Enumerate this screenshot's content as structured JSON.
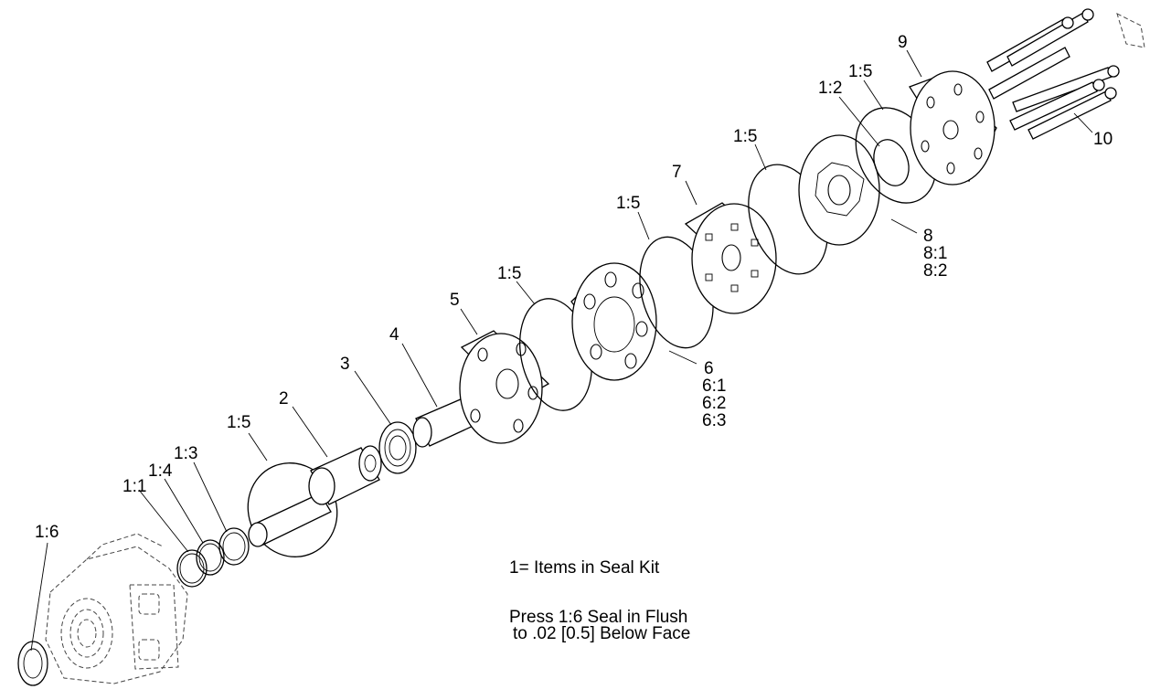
{
  "diagram": {
    "callouts": {
      "c_1_6": "1:6",
      "c_1_1": "1:1",
      "c_1_4": "1:4",
      "c_1_3": "1:3",
      "c_1_5_a": "1:5",
      "c_2": "2",
      "c_3": "3",
      "c_4": "4",
      "c_5": "5",
      "c_1_5_b": "1:5",
      "c_6": "6",
      "c_6_1": "6:1",
      "c_6_2": "6:2",
      "c_6_3": "6:3",
      "c_1_5_c": "1:5",
      "c_7": "7",
      "c_1_5_d": "1:5",
      "c_1_2": "1:2",
      "c_1_5_e": "1:5",
      "c_8": "8",
      "c_8_1": "8:1",
      "c_8_2": "8:2",
      "c_9": "9",
      "c_10": "10"
    },
    "notes": {
      "seal_kit": "1= Items in Seal Kit",
      "press_line1": "Press 1:6 Seal in Flush",
      "press_line2": "to .02 [0.5] Below Face"
    }
  }
}
